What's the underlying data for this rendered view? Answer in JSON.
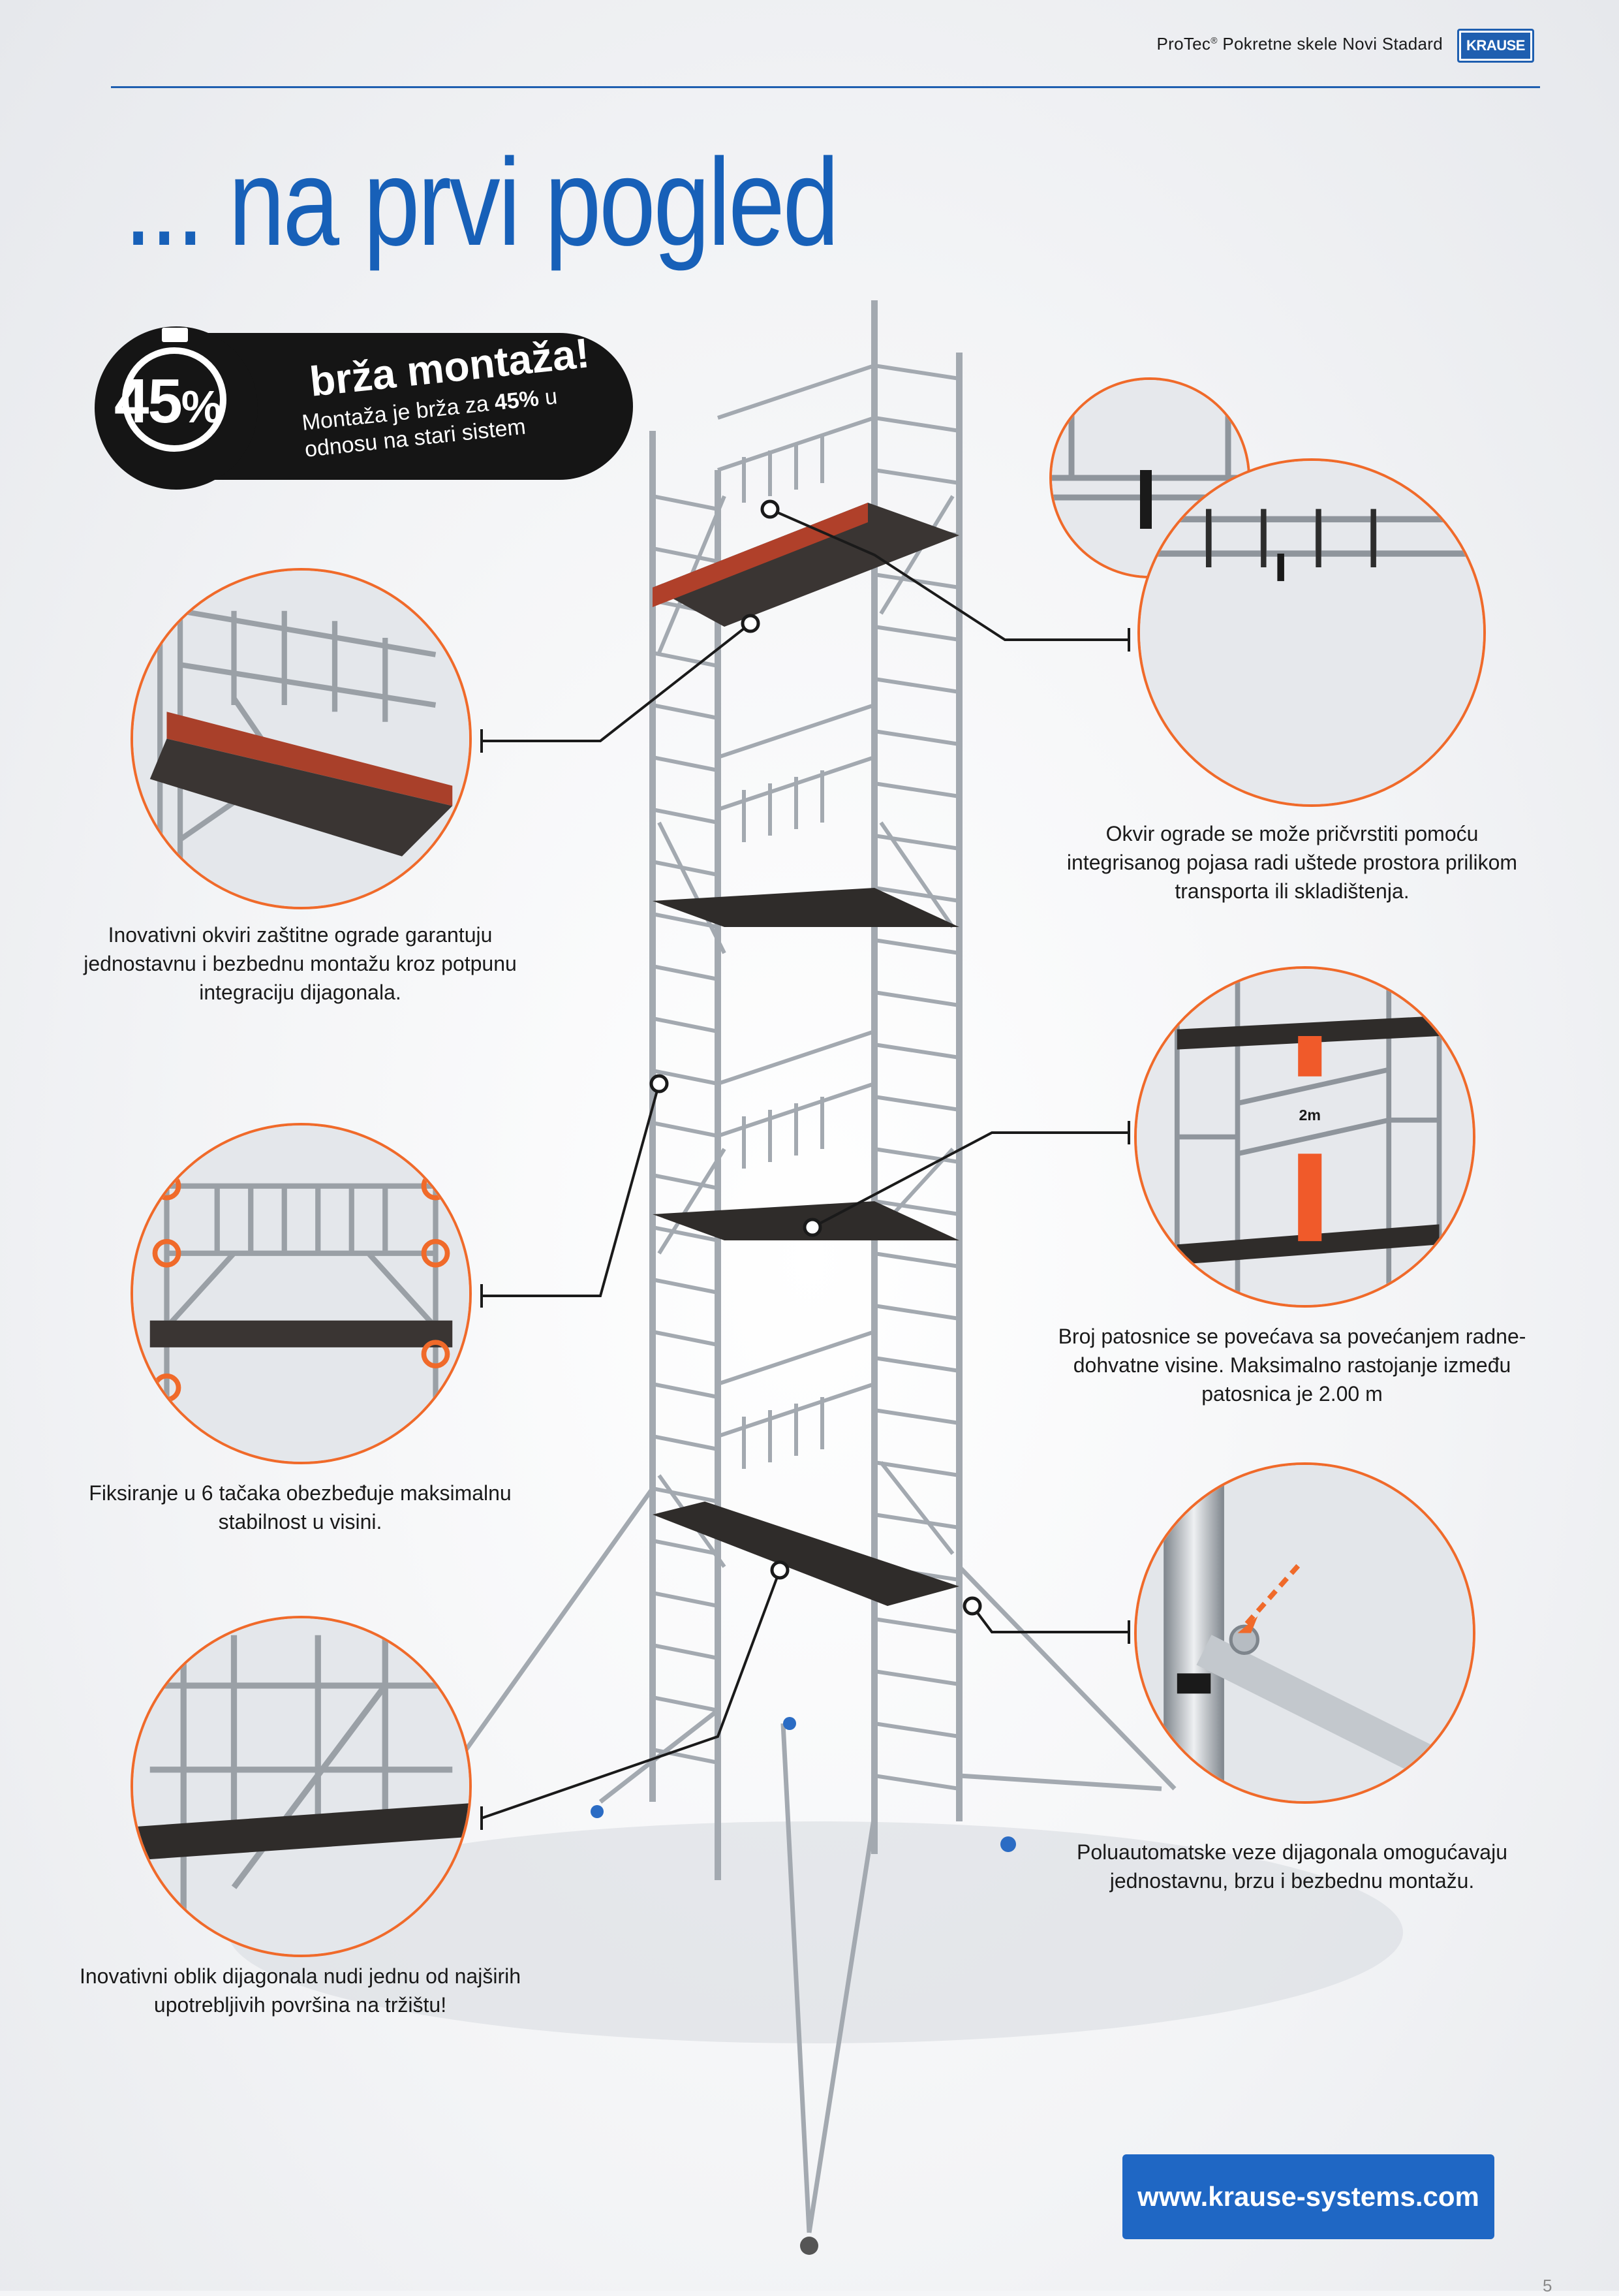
{
  "header": {
    "brand": "ProTec",
    "brand_mark": "®",
    "subtitle": " Pokretne skele Novi Stadard",
    "logo": "KRAUSE"
  },
  "headline": "... na prvi pogled",
  "badge": {
    "percent": "45",
    "percent_sign": "%",
    "title": "brža montaža!",
    "sub_line1_a": "Montaža je brža za ",
    "sub_line1_b": "45%",
    "sub_line1_c": " u",
    "sub_line2": "odnosu na stari sistem"
  },
  "callouts": {
    "guardrail_frames": [
      "Inovativni okviri zaštitne ograde garantuju",
      "jednostavnu i bezbednu montažu kroz potpunu",
      "integraciju dijagonala."
    ],
    "six_points": [
      "Fiksiranje u 6 tačaka obezbeđuje maksimalnu",
      "stabilnost u visini."
    ],
    "diagonal_shape": [
      "Inovativni oblik dijagonala nudi jednu od najširih",
      "upotrebljivih površina na tržištu!"
    ],
    "frame_belt": [
      "Okvir ograde se može pričvrstiti pomoću",
      "integrisanog pojasa radi uštede prostora prilikom",
      "transporta ili skladištenja."
    ],
    "platforms": [
      "Broj patosnice se povećava sa povećanjem radne-",
      "dohvatne visine. Maksimalno rastojanje između",
      "patosnica je 2.00 m"
    ],
    "semi_auto": [
      "Poluautomatske veze dijagonala omogućavaju",
      "jednostavnu, brzu i bezbednu montažu."
    ]
  },
  "dimension_label": "2m",
  "footer": {
    "url": "www.krause-systems.com",
    "page": "5"
  },
  "colors": {
    "accent_blue": "#1760b8",
    "callout_orange": "#f06a2a",
    "platform_red": "#b0402a"
  }
}
